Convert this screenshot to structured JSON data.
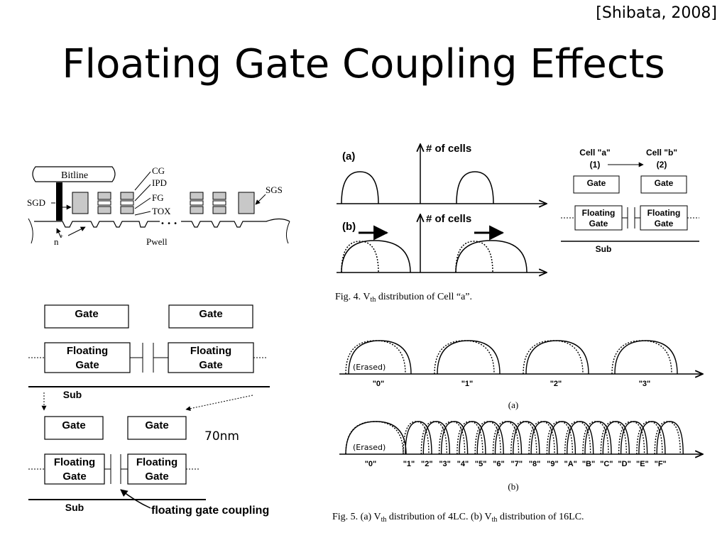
{
  "slide": {
    "citation": "[Shibata, 2008]",
    "title": "Floating Gate Coupling Effects"
  },
  "nand_cross_section": {
    "bitline": "Bitline",
    "sgd": "SGD",
    "sgs": "SGS",
    "cg": "CG",
    "ipd": "IPD",
    "fg": "FG",
    "tox": "TOX",
    "dots": "• • •",
    "n_plus": "n",
    "plus": "+",
    "pwell": "Pwell"
  },
  "coupling_diagram": {
    "gate": "Gate",
    "floating": "Floating",
    "gate2": "Gate",
    "sub": "Sub",
    "scaled_label": "70nm",
    "coupling_label": "floating gate coupling"
  },
  "fig4": {
    "panel_a": "(a)",
    "panel_b": "(b)",
    "axis_label": "# of cells",
    "caption": "Fig. 4.   V",
    "caption_sub": "th",
    "caption_rest": " distribution of Cell “a”."
  },
  "cells_ab": {
    "cell_a": "Cell \"a\"",
    "cell_b": "Cell \"b\"",
    "num_a": "(1)",
    "num_b": "(2)",
    "gate": "Gate",
    "floating": "Floating",
    "gate2": "Gate",
    "sub": "Sub"
  },
  "fig5": {
    "erased": "(Erased)",
    "levels_4": [
      "\"0\"",
      "\"1\"",
      "\"2\"",
      "\"3\""
    ],
    "label_a": "(a)",
    "levels_16": [
      "\"0\"",
      "\"1\"",
      "\"2\"",
      "\"3\"",
      "\"4\"",
      "\"5\"",
      "\"6\"",
      "\"7\"",
      "\"8\"",
      "\"9\"",
      "\"A\"",
      "\"B\"",
      "\"C\"",
      "\"D\"",
      "\"E\"",
      "\"F\""
    ],
    "label_b": "(b)",
    "caption_pre": "Fig. 5.   (a) V",
    "caption_sub": "th",
    "caption_mid": " distribution of 4LC. (b) V",
    "caption_sub2": "th",
    "caption_end": " distribution of 16LC."
  }
}
